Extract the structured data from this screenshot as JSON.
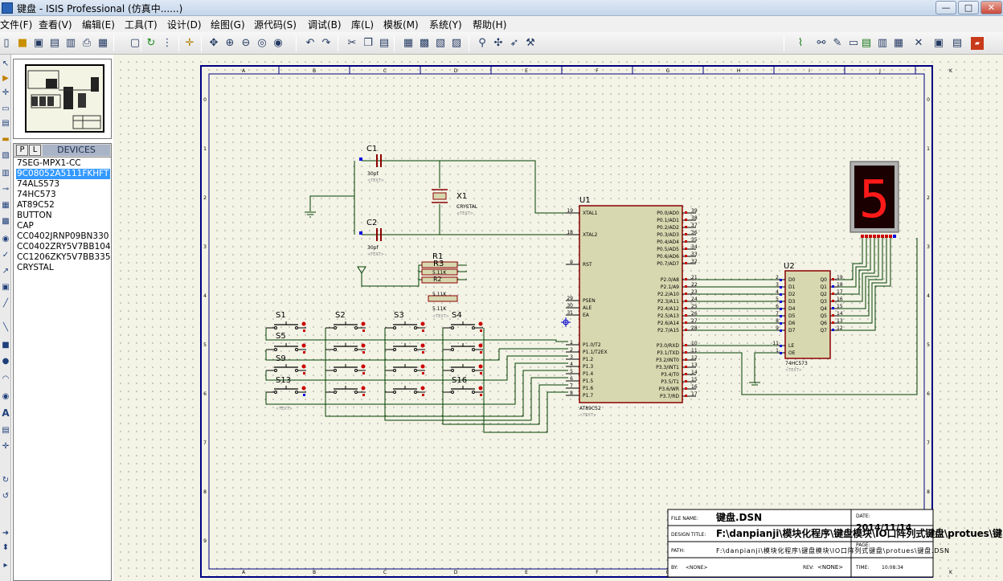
{
  "window": {
    "title": "键盘 - ISIS Professional (仿真中......)",
    "min": "—",
    "max": "□",
    "close": "✕"
  },
  "menu": [
    "文件(F)",
    "查看(V)",
    "编辑(E)",
    "工具(T)",
    "设计(D)",
    "绘图(G)",
    "源代码(S)",
    "调试(B)",
    "库(L)",
    "模板(M)",
    "系统(Y)",
    "帮助(H)"
  ],
  "devices": {
    "tab_p": "P",
    "tab_l": "L",
    "header": "DEVICES",
    "items": [
      "7SEG-MPX1-CC",
      "9C08052A5111FKHFT",
      "74ALS573",
      "74HC573",
      "AT89C52",
      "BUTTON",
      "CAP",
      "CC0402JRNP09BN330",
      "CC0402ZRY5V7BB104",
      "CC1206ZKY5V7BB335",
      "CRYSTAL"
    ],
    "selected_index": 1
  },
  "schematic": {
    "col_labels": [
      "A",
      "B",
      "C",
      "D",
      "E",
      "F",
      "G",
      "H",
      "I",
      "J",
      "K"
    ],
    "row_labels": [
      "0",
      "1",
      "2",
      "3",
      "4",
      "5",
      "6",
      "7",
      "8",
      "9"
    ],
    "c1": {
      "ref": "C1",
      "value": "30pf",
      "text": "<TEXT>"
    },
    "c2": {
      "ref": "C2",
      "value": "30pf",
      "text": "<TEXT>"
    },
    "x1": {
      "ref": "X1",
      "value": "CRYSTAL",
      "text": "<TEXT>"
    },
    "r1": {
      "ref": "R1",
      "r3": "R3",
      "r2": "R2",
      "val1": "5.11K",
      "val2": "5.11K",
      "val3": "5.11K",
      "text": "<TEXT>"
    },
    "u1": {
      "ref": "U1",
      "part": "AT89C52",
      "text": "<TEXT>",
      "left_pins": [
        {
          "num": "19",
          "name": "XTAL1"
        },
        {
          "num": "18",
          "name": "XTAL2"
        },
        {
          "num": "9",
          "name": "RST"
        },
        {
          "num": "29",
          "name": "PSEN"
        },
        {
          "num": "30",
          "name": "ALE"
        },
        {
          "num": "31",
          "name": "EA"
        },
        {
          "num": "1",
          "name": "P1.0/T2"
        },
        {
          "num": "2",
          "name": "P1.1/T2EX"
        },
        {
          "num": "3",
          "name": "P1.2"
        },
        {
          "num": "4",
          "name": "P1.3"
        },
        {
          "num": "5",
          "name": "P1.4"
        },
        {
          "num": "6",
          "name": "P1.5"
        },
        {
          "num": "7",
          "name": "P1.6"
        },
        {
          "num": "8",
          "name": "P1.7"
        }
      ],
      "right_pins": [
        {
          "num": "39",
          "name": "P0.0/AD0"
        },
        {
          "num": "38",
          "name": "P0.1/AD1"
        },
        {
          "num": "37",
          "name": "P0.2/AD2"
        },
        {
          "num": "36",
          "name": "P0.3/AD3"
        },
        {
          "num": "35",
          "name": "P0.4/AD4"
        },
        {
          "num": "34",
          "name": "P0.5/AD5"
        },
        {
          "num": "33",
          "name": "P0.6/AD6"
        },
        {
          "num": "32",
          "name": "P0.7/AD7"
        },
        {
          "num": "21",
          "name": "P2.0/A8"
        },
        {
          "num": "22",
          "name": "P2.1/A9"
        },
        {
          "num": "23",
          "name": "P2.2/A10"
        },
        {
          "num": "24",
          "name": "P2.3/A11"
        },
        {
          "num": "25",
          "name": "P2.4/A12"
        },
        {
          "num": "26",
          "name": "P2.5/A13"
        },
        {
          "num": "27",
          "name": "P2.6/A14"
        },
        {
          "num": "28",
          "name": "P2.7/A15"
        },
        {
          "num": "10",
          "name": "P3.0/RXD"
        },
        {
          "num": "11",
          "name": "P3.1/TXD"
        },
        {
          "num": "12",
          "name": "P3.2/INT0"
        },
        {
          "num": "13",
          "name": "P3.3/INT1"
        },
        {
          "num": "14",
          "name": "P3.4/T0"
        },
        {
          "num": "15",
          "name": "P3.5/T1"
        },
        {
          "num": "16",
          "name": "P3.6/WR"
        },
        {
          "num": "17",
          "name": "P3.7/RD"
        }
      ]
    },
    "u2": {
      "ref": "U2",
      "part": "74HC573",
      "text": "<TEXT>",
      "left_pins": [
        {
          "num": "2",
          "name": "D0"
        },
        {
          "num": "3",
          "name": "D1"
        },
        {
          "num": "4",
          "name": "D2"
        },
        {
          "num": "5",
          "name": "D3"
        },
        {
          "num": "6",
          "name": "D4"
        },
        {
          "num": "7",
          "name": "D5"
        },
        {
          "num": "8",
          "name": "D6"
        },
        {
          "num": "9",
          "name": "D7"
        },
        {
          "num": "11",
          "name": "LE"
        },
        {
          "num": "1",
          "name": "OE"
        }
      ],
      "right_pins": [
        {
          "num": "19",
          "name": "Q0"
        },
        {
          "num": "18",
          "name": "Q1"
        },
        {
          "num": "17",
          "name": "Q2"
        },
        {
          "num": "16",
          "name": "Q3"
        },
        {
          "num": "15",
          "name": "Q4"
        },
        {
          "num": "14",
          "name": "Q5"
        },
        {
          "num": "13",
          "name": "Q6"
        },
        {
          "num": "12",
          "name": "Q7"
        }
      ]
    },
    "seg_display": {
      "digit": "5"
    },
    "buttons": [
      {
        "label": "S1"
      },
      {
        "label": "S2"
      },
      {
        "label": "S3"
      },
      {
        "label": "S4"
      },
      {
        "label": "S5"
      },
      {
        "label": "S9"
      },
      {
        "label": "S13"
      },
      {
        "label": "S16"
      }
    ],
    "button_text": "<TEXT>",
    "title_block": {
      "file_name_label": "FILE NAME:",
      "file_name": "键盘.DSN",
      "date_label": "DATE:",
      "date": "2014/11/14",
      "design_title_label": "DESIGN TITLE:",
      "design_title": "F:\\danpianji\\模块化程序\\键盘模块\\IO口阵列式键盘\\protues\\键",
      "page_label": "PAGE:",
      "path_label": "PATH:",
      "path": "F:\\danpianji\\模块化程序\\键盘模块\\IO口阵列式键盘\\protues\\键盘.DSN",
      "by_label": "BY:",
      "by": "<NONE>",
      "rev_label": "REV:",
      "rev": "<NONE>",
      "time_label": "TIME:",
      "time": "10:08:34"
    }
  },
  "colors": {
    "wire": "#004000",
    "component": "#8b0000",
    "body_fill": "#d8d8b0",
    "frame": "#000080",
    "seg_on": "#ff1a1a",
    "seg_bg": "#1a0000"
  }
}
